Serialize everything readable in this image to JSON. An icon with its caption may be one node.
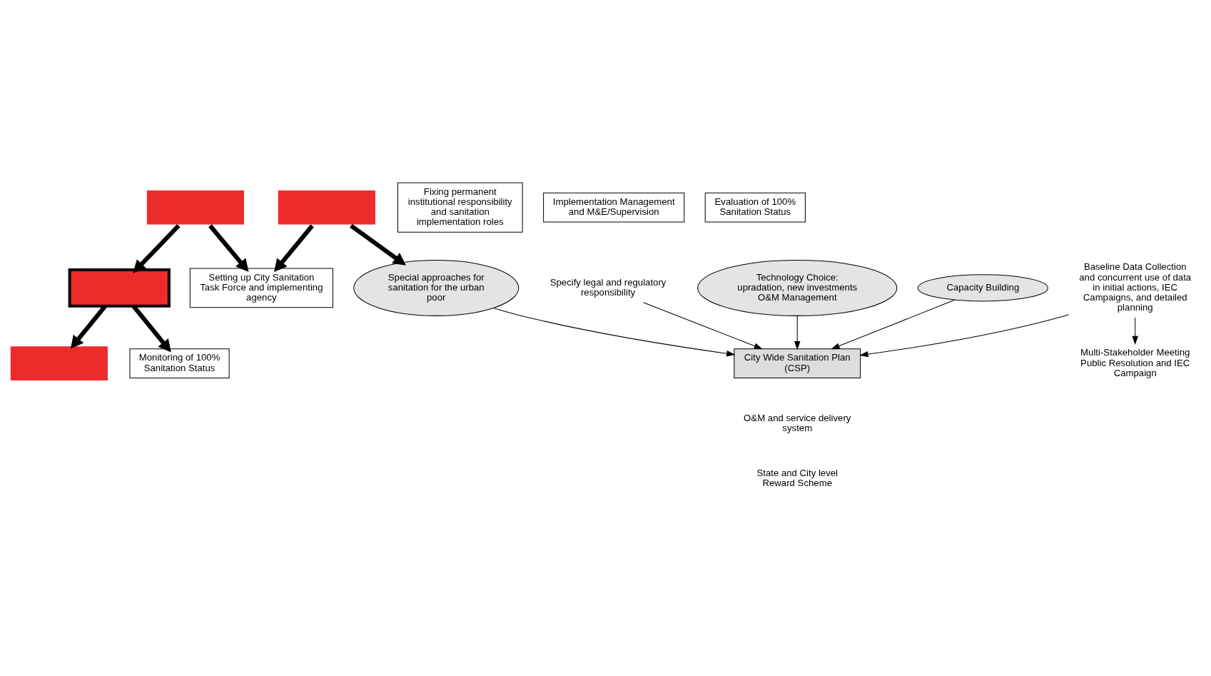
{
  "diagram": {
    "nodes": [
      {
        "text": [],
        "shape": "box"
      },
      {
        "text": [],
        "shape": "box"
      },
      {
        "text": [
          "Setting up City Sanitation Task Force and implementing agency"
        ]
      },
      {
        "text": [],
        "shape": "box"
      },
      {
        "text": [
          "Fixing permanent institutional responsibility and sanitation implementation roles"
        ]
      },
      {
        "text": [
          "Specify legal and regulatory responsibility"
        ]
      },
      {
        "text": [
          "Technology Choice:",
          "upradation, new investments O&M Management"
        ]
      },
      {
        "text": [],
        "shape": "box"
      },
      {
        "text": [
          "Multi-Stakeholder Meeting Public Resolution and IEC Campaign"
        ]
      },
      {
        "text": [
          "City Wide Sanitation Plan (CSP)"
        ]
      },
      {
        "text": [
          "Baseline Data Collection",
          "and concurrent use of data in initial actions, IEC Campaigns, and detailed planning"
        ]
      },
      {
        "text": [
          "Implementation Management and M&E/Supervision"
        ]
      },
      {
        "text": [
          "Capacity Building"
        ]
      },
      {
        "text": [
          "Evaluation of 100% Sanitation Status"
        ]
      },
      {
        "text": [
          "Special approaches for sanitation for the urban poor"
        ]
      },
      {
        "text": [
          "Monitoring of 100% Sanitation Status"
        ]
      }
    ],
    "edges": [
      {
        "from": 0,
        "to": 2,
        "arrow": "to",
        "style": "thick"
      },
      {
        "from": 0,
        "to": 1,
        "arrow": "to",
        "style": "thick"
      },
      {
        "from": 1,
        "to": 7,
        "arrow": "to",
        "style": "thick"
      },
      {
        "from": 1,
        "to": 15,
        "arrow": "to",
        "style": "thick"
      },
      {
        "from": 3,
        "to": 2,
        "arrow": "to",
        "style": "thick"
      },
      {
        "from": 3,
        "to": 14,
        "arrow": "to",
        "style": "thick"
      },
      {
        "from": 5,
        "to": 9,
        "arrow": "to"
      },
      {
        "from": 6,
        "to": 9,
        "arrow": "to"
      },
      {
        "from": 10,
        "to": 8,
        "arrow": "to"
      },
      {
        "from": 10,
        "to": 9,
        "arrow": "to"
      },
      {
        "from": 14,
        "to": 9,
        "arrow": "to"
      },
      {
        "from": 12,
        "to": 9,
        "arrow": "to"
      }
    ],
    "labels": [
      "O&M and service delivery system",
      "State and City level Reward Scheme"
    ]
  }
}
